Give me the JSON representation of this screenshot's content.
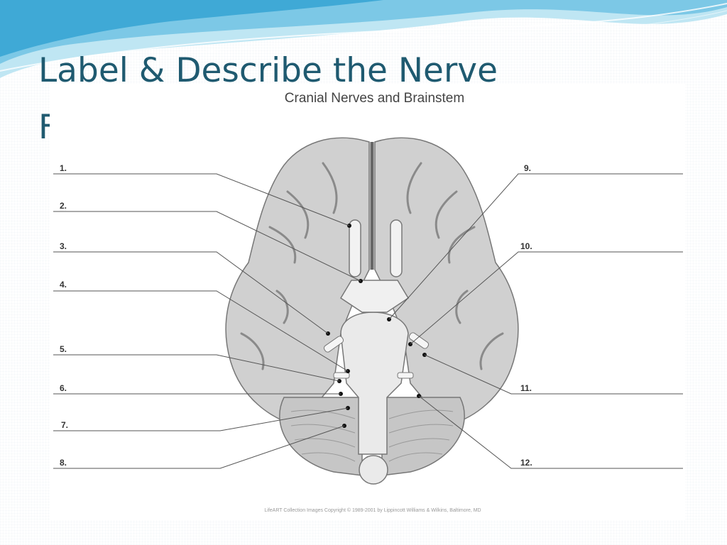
{
  "slide": {
    "title_line1": "Label & Describe the Nerve",
    "title_line2": "F"
  },
  "figure": {
    "title": "Cranial Nerves and Brainstem",
    "copyright": "LifeART Collection Images Copyright © 1989-2001 by Lippincott Williams & Wilkins, Baltimore, MD",
    "labels_left": [
      "1.",
      "2.",
      "3.",
      "4.",
      "5.",
      "6.",
      "7.",
      "8."
    ],
    "labels_right": [
      "9.",
      "10.",
      "11.",
      "12."
    ]
  },
  "colors": {
    "title": "#1f5a70",
    "wave_dark": "#3fa9d6",
    "wave_light": "#bfe6f3",
    "brain_fill": "#d0d0d0",
    "brain_stroke": "#777777"
  }
}
